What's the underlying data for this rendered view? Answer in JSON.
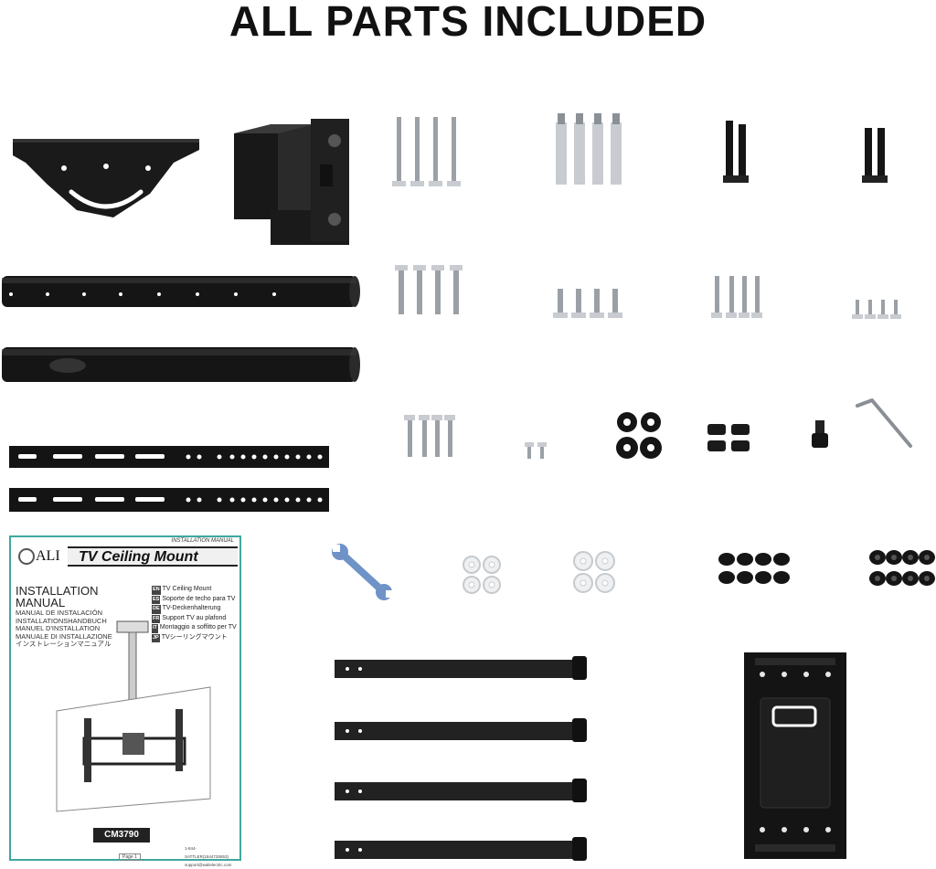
{
  "title": "ALL PARTS INCLUDED",
  "manual": {
    "header_small": "INSTALLATION MANUAL",
    "brand": "ALI",
    "product": "TV Ceiling Mount",
    "heading_line1": "INSTALLATION",
    "heading_line2": "MANUAL",
    "languages_left": [
      "MANUAL DE INSTALACIÓN",
      "INSTALLATIONSHANDBUCH",
      "MANUEL D'INSTALLATION",
      "MANUALE DI INSTALLAZIONE",
      "インストレーションマニュアル"
    ],
    "languages_right": [
      {
        "code": "EN",
        "text": "TV Ceiling Mount"
      },
      {
        "code": "ES",
        "text": "Soporte de techo para TV"
      },
      {
        "code": "DE",
        "text": "TV-Deckenhalterung"
      },
      {
        "code": "FR",
        "text": "Support TV au plafond"
      },
      {
        "code": "IT",
        "text": "Montaggio a soffitto per TV"
      },
      {
        "code": "JP",
        "text": "TVシーリングマウント"
      }
    ],
    "model": "CM3790",
    "page": "Page 1",
    "phone": "1-844-SATTLER(1844728853)",
    "email": "support@walielectric.com"
  },
  "colors": {
    "metal_black": "#111111",
    "silver": "#c8ccd0",
    "border_teal": "#3fa8a0",
    "wrench_blue": "#6f93c7"
  }
}
